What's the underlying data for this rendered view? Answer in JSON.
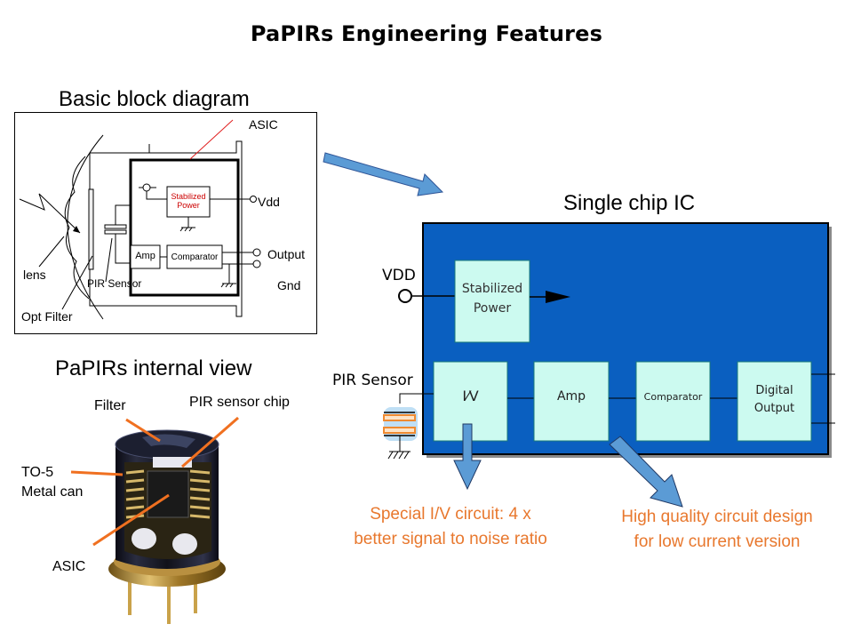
{
  "slide": {
    "title": "PaPIRs Engineering Features"
  },
  "block_diagram": {
    "heading": "Basic block diagram",
    "labels": {
      "asic": "ASIC",
      "vdd": "Vdd",
      "output": "Output",
      "gnd": "Gnd",
      "lens": "lens",
      "opt_filter": "Opt Filter",
      "pir_sensor": "PIR Sensor",
      "stabilized_power_line1": "Stabilized",
      "stabilized_power_line2": "Power",
      "amp": "Amp",
      "comparator": "Comparator"
    },
    "colors": {
      "asic_text": "#cc0000"
    }
  },
  "internal_view": {
    "heading": "PaPIRs internal view",
    "callouts": {
      "filter": "Filter",
      "pir_sensor_chip": "PIR sensor chip",
      "to5_line1": "TO-5",
      "to5_line2": "Metal can",
      "asic": "ASIC"
    },
    "colors": {
      "callout_line": "#f07020"
    }
  },
  "single_chip": {
    "heading": "Single chip IC",
    "vdd_label": "VDD",
    "pir_sensor_label": "PIR Sensor",
    "blocks": {
      "stabilized_power_line1": "Stabilized",
      "stabilized_power_line2": "Power",
      "iv": "I⁄V",
      "amp": "Amp",
      "comparator": "Comparator",
      "digital_output_line1": "Digital",
      "digital_output_line2": "Output"
    },
    "colors": {
      "chip_fill": "#0a5fc0",
      "block_fill": "#ccfaf0",
      "arrow_fill": "#5b9bd5",
      "sensor_orange": "#f08a30"
    }
  },
  "notes": {
    "iv_note_line1": "Special I/V circuit: 4 x",
    "iv_note_line2": "better signal to noise ratio",
    "hq_note_line1": "High quality circuit design",
    "hq_note_line2": "for low current version",
    "color": "#e8782e"
  }
}
